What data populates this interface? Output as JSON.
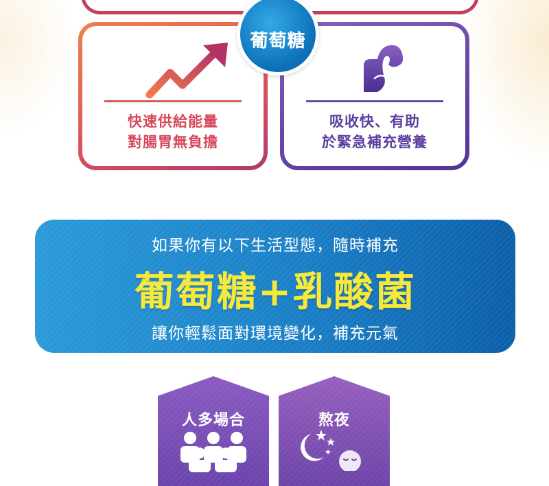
{
  "badge": {
    "label": "葡萄糖"
  },
  "cards": {
    "left": {
      "icon": "rising-trend-arrow-icon",
      "lines": [
        "快速供給能量",
        "對腸胃無負擔"
      ]
    },
    "right": {
      "icon": "flexed-arm-icon",
      "lines": [
        "吸收快、有助",
        "於緊急補充營養"
      ]
    }
  },
  "banner": {
    "line1": "如果你有以下生活型態，隨時補充",
    "line2": "葡萄糖+乳酸菌",
    "line3": "讓你輕鬆面對環境變化，補充元氣"
  },
  "scenarios": [
    {
      "label": "人多場合",
      "icon": "crowd-icon"
    },
    {
      "label": "熬夜",
      "icon": "moon-and-stars-icon"
    }
  ],
  "colors": {
    "accent_orange": "#e0644e",
    "accent_purple": "#5b3e9e",
    "badge_blue": "#1a82c8",
    "banner_blue": "#1a7fc6",
    "headline_yellow": "#f7e83c"
  }
}
